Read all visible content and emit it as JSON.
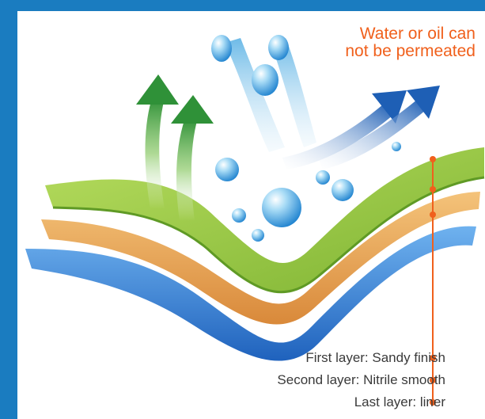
{
  "callout": {
    "line1": "Water or oil can",
    "line2": "not be permeated"
  },
  "layers": [
    {
      "label": "First layer: Sandy finish",
      "color": "#8cbd3c"
    },
    {
      "label": "Second layer: Nitrile smooth",
      "color": "#e7a550"
    },
    {
      "label": "Last layer: liner",
      "color": "#2f7fd1"
    }
  ],
  "colors": {
    "frame": "#1a7cc0",
    "accent": "#f0601c",
    "green_arrow": "#3f9e3a",
    "blue_arrow": "#2a6fc0"
  }
}
